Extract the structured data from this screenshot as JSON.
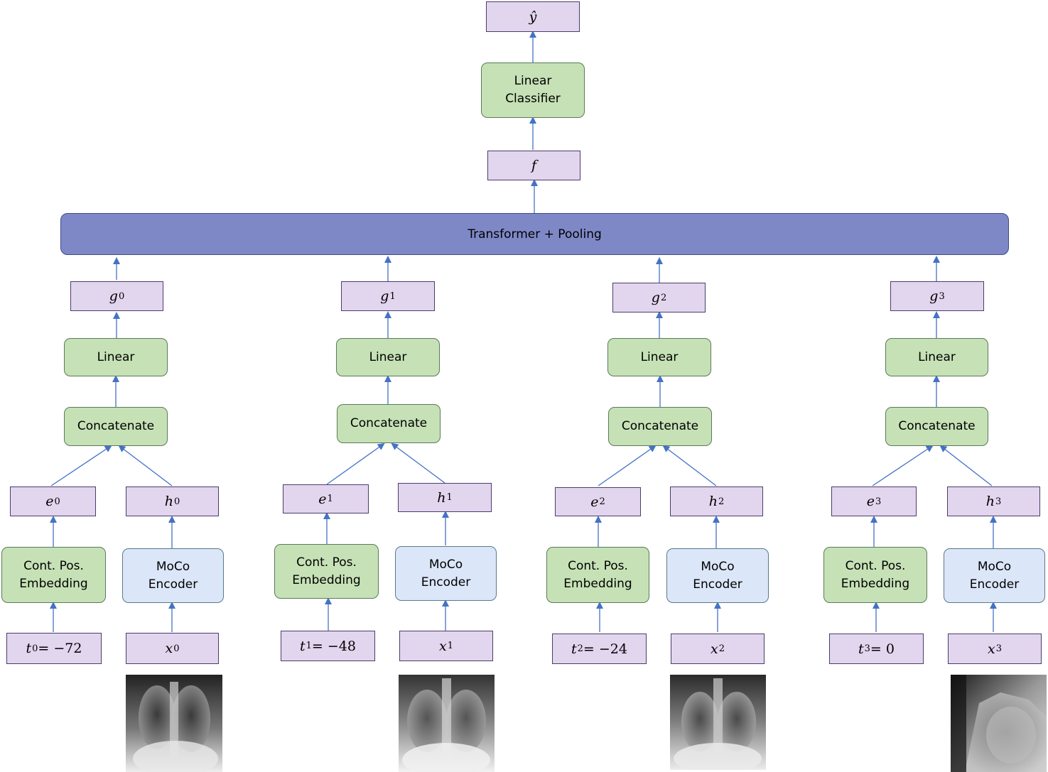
{
  "top": {
    "output": {
      "symbol": "ŷ"
    },
    "classifier": {
      "line1": "Linear",
      "line2": "Classifier"
    },
    "features": {
      "symbol": "f"
    },
    "transformer": {
      "label": "Transformer + Pooling"
    }
  },
  "branches": [
    {
      "g": "g",
      "g_sub": "0",
      "linear": "Linear",
      "concat": "Concatenate",
      "e": "e",
      "e_sub": "0",
      "h": "h",
      "h_sub": "0",
      "emb1": "Cont. Pos.",
      "emb2": "Embedding",
      "enc1": "MoCo",
      "enc2": "Encoder",
      "t": "t",
      "t_sub": "0",
      "t_val": " = −72",
      "x": "x",
      "x_sub": "0"
    },
    {
      "g": "g",
      "g_sub": "1",
      "linear": "Linear",
      "concat": "Concatenate",
      "e": "e",
      "e_sub": "1",
      "h": "h",
      "h_sub": "1",
      "emb1": "Cont. Pos.",
      "emb2": "Embedding",
      "enc1": "MoCo",
      "enc2": "Encoder",
      "t": "t",
      "t_sub": "1",
      "t_val": " = −48",
      "x": "x",
      "x_sub": "1"
    },
    {
      "g": "g",
      "g_sub": "2",
      "linear": "Linear",
      "concat": "Concatenate",
      "e": "e",
      "e_sub": "2",
      "h": "h",
      "h_sub": "2",
      "emb1": "Cont. Pos.",
      "emb2": "Embedding",
      "enc1": "MoCo",
      "enc2": "Encoder",
      "t": "t",
      "t_sub": "2",
      "t_val": " = −24",
      "x": "x",
      "x_sub": "2"
    },
    {
      "g": "g",
      "g_sub": "3",
      "linear": "Linear",
      "concat": "Concatenate",
      "e": "e",
      "e_sub": "3",
      "h": "h",
      "h_sub": "3",
      "emb1": "Cont. Pos.",
      "emb2": "Embedding",
      "enc1": "MoCo",
      "enc2": "Encoder",
      "t": "t",
      "t_sub": "3",
      "t_val": " = 0",
      "x": "x",
      "x_sub": "3"
    }
  ],
  "colors": {
    "purple_fill": "#e2d5ee",
    "green_fill": "#c6e1b6",
    "blue_fill": "#dbe6f8",
    "transformer_fill": "#7f88c7",
    "arrow": "#4472c4"
  }
}
